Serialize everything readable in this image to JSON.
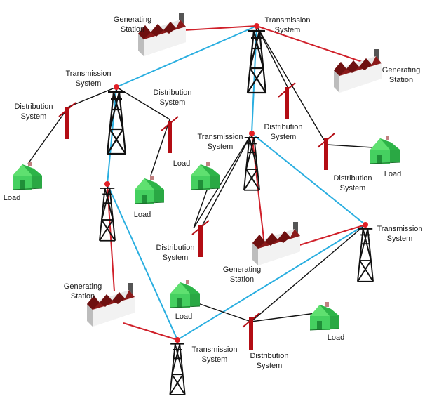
{
  "diagram": {
    "colors": {
      "transmission_line": "#29aee0",
      "generation_link": "#d0202a",
      "distribution_link": "#111111",
      "tower": "#111111",
      "pole": "#b30d14",
      "node": "#e01f26",
      "house_body": "#3fcc5a",
      "house_roof": "#2db448",
      "factory_roof": "#8b1a1a",
      "factory_wall": "#f0f0f0"
    },
    "labels": {
      "tower_tc_1": "Transmission",
      "tower_tc_2": "System",
      "tower_tl_1": "Transmission",
      "tower_tl_2": "System",
      "tower_c_1": "Transmission",
      "tower_c_2": "System",
      "tower_r_1": "Transmission",
      "tower_r_2": "System",
      "tower_b_1": "Transmission",
      "tower_b_2": "System",
      "gen_top_1": "Generating",
      "gen_top_2": "Station",
      "gen_right_1": "Generating",
      "gen_right_2": "Station",
      "gen_center_1": "Generating",
      "gen_center_2": "Station",
      "gen_left_1": "Generating",
      "gen_left_2": "Station",
      "dist_tl_1": "Distribution",
      "dist_tl_2": "System",
      "dist_tc_1": "Distribution",
      "dist_tc_2": "System",
      "dist_mid_1": "Distribution",
      "dist_mid_2": "System",
      "dist_r_1": "Distribution",
      "dist_r_2": "System",
      "dist_c_1": "Distribution",
      "dist_c_2": "System",
      "dist_b_1": "Distribution",
      "dist_b_2": "System",
      "load_l": "Load",
      "load_c1": "Load",
      "load_c2": "Load",
      "load_r": "Load",
      "load_bl": "Load",
      "load_br": "Load"
    }
  }
}
